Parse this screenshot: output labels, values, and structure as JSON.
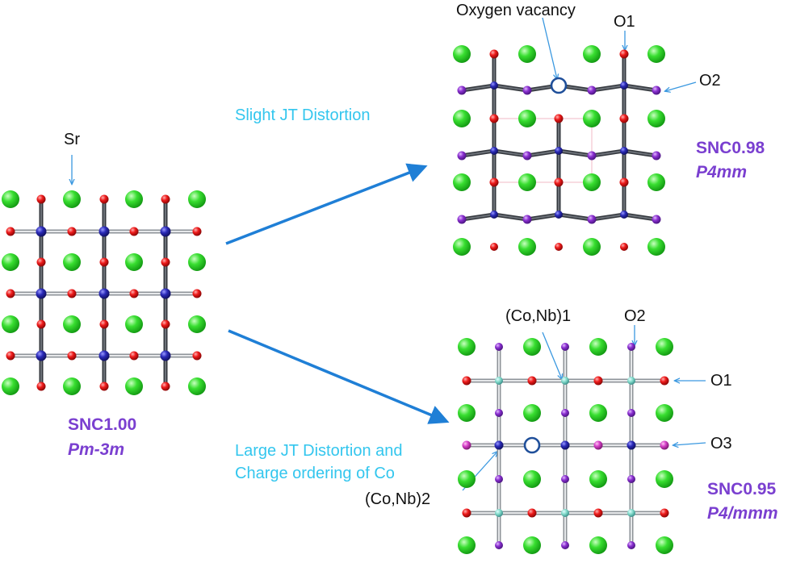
{
  "labels": {
    "sr": "Sr",
    "oxygen_vacancy": "Oxygen vacancy",
    "o1_top": "O1",
    "o2_top": "O2",
    "slight_jt": "Slight JT Distortion",
    "conb1": "(Co,Nb)1",
    "o2_bottom": "O2",
    "o1_bottom": "O1",
    "o3_bottom": "O3",
    "large_jt_line1": "Large JT Distortion and",
    "large_jt_line2": "Charge ordering of Co",
    "conb2": "(Co,Nb)2"
  },
  "phases": {
    "cubic": {
      "name": "SNC1.00",
      "space_group": "Pm-3m"
    },
    "tetragonal_small": {
      "name": "SNC0.98",
      "space_group": "P4mm"
    },
    "tetragonal_large": {
      "name": "SNC0.95",
      "space_group": "P4/mmm"
    }
  },
  "colors": {
    "sr_atom": "#2fd62f",
    "oxygen_atom": "#e81010",
    "cobalt_atom": "#2a2ab8",
    "o_apical_atom": "#8a2fd0",
    "o3_atom": "#d640c8",
    "vacancy_ring": "#1f4f9a",
    "arrow_blue": "#1f7fd6",
    "pointer_blue": "#3a98e0",
    "label_cyan": "#33c6ee",
    "label_purple": "#7a3fd0"
  }
}
